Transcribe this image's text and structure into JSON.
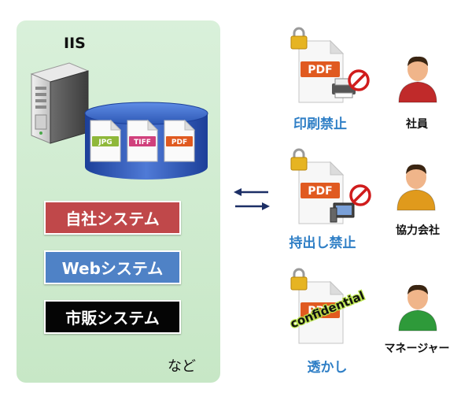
{
  "server_label": "IIS",
  "formats": [
    "JPG",
    "TIFF",
    "PDF"
  ],
  "systems": [
    {
      "label": "自社システム",
      "color": "#c0484a"
    },
    {
      "label": "Webシステム",
      "color": "#4f82c6"
    },
    {
      "label": "市販システム",
      "color": "#050505"
    }
  ],
  "systems_etc": "など",
  "doc_badge": "PDF",
  "restrictions": [
    {
      "caption": "印刷禁止",
      "role": "社員"
    },
    {
      "caption": "持出し禁止",
      "role": "協力会社"
    },
    {
      "caption": "透かし",
      "role": "マネージャー",
      "watermark": "confidential"
    }
  ],
  "colors": {
    "caption": "#2f7fc6",
    "pdf_badge": "#e05a20",
    "arrow": "#1c2f66",
    "panel": "#cde9cc"
  }
}
